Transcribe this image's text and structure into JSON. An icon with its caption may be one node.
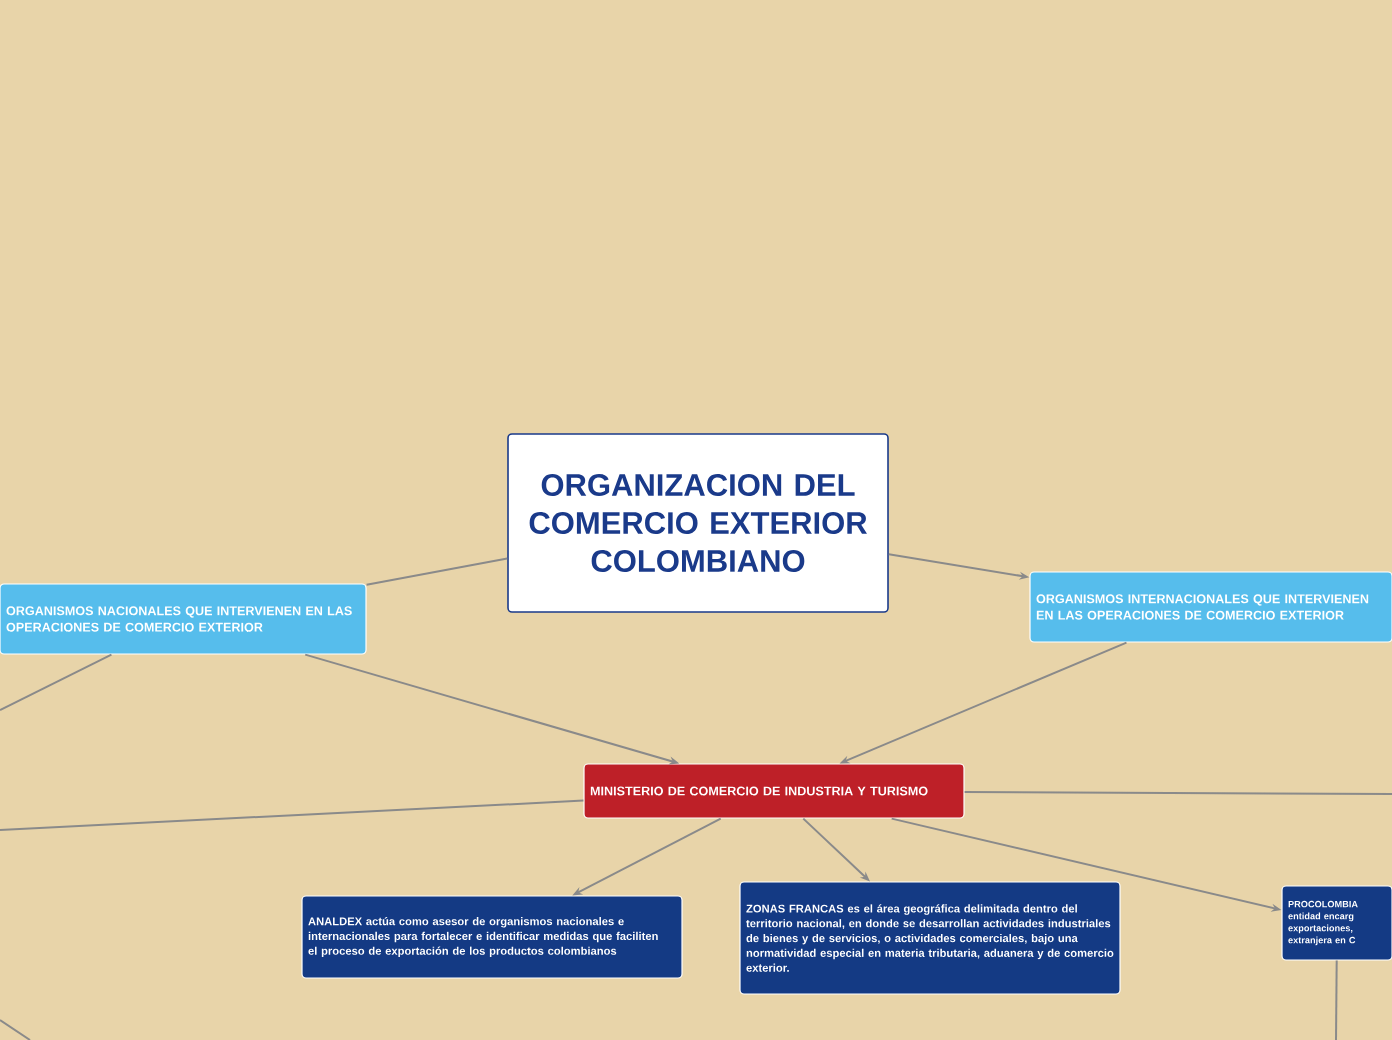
{
  "diagram": {
    "nodes": [
      {
        "text": [
          "ORGANIZACION DEL COMERCIO EXTERIOR COLOMBIANO"
        ]
      },
      {
        "text": [
          "ORGANISMOS NACIONALES QUE INTERVIENEN EN LAS OPERACIONES DE COMERCIO EXTERIOR"
        ]
      },
      {
        "text": [
          "ORGANISMOS INTERNACIONALES QUE INTERVIENEN EN LAS OPERACIONES DE COMERCIO EXTERIOR"
        ]
      },
      {
        "text": [
          "MINISTERIO DE COMERCIO DE INDUSTRIA Y TURISMO"
        ]
      },
      {
        "text": [
          "ANALDEX actúa como asesor de organismos nacionales e internacionales para fortalecer e identificar medidas que faciliten el proceso de exportación de los productos colombianos"
        ]
      },
      {
        "text": [
          "ZONAS FRANCAS es el área geográfica delimitada dentro del territorio nacional, en donde se desarrollan actividades industriales de bienes y de servicios, o actividades comerciales, bajo una normatividad especial en materia tributaria, aduanera y de comercio exterior."
        ]
      },
      {
        "text": [
          "PROCOLOMBIA entidad encarg exportaciones, extranjera en C"
        ]
      }
    ],
    "edges": [
      {
        "from": 0,
        "to": 1,
        "arrow": "none"
      },
      {
        "from": 0,
        "to": 2,
        "arrow": "to"
      },
      {
        "from": 1,
        "to": 3,
        "arrow": "to"
      },
      {
        "from": 2,
        "to": 3,
        "arrow": "to"
      },
      {
        "from": 3,
        "to": 4,
        "arrow": "to"
      },
      {
        "from": 3,
        "to": 5,
        "arrow": "to"
      },
      {
        "from": 3,
        "to": 6,
        "arrow": "to"
      },
      {
        "from": 1,
        "to": null,
        "arrow": "none"
      },
      {
        "from": 3,
        "to": null,
        "arrow": "none"
      },
      {
        "from": 3,
        "to": null,
        "arrow": "none"
      },
      {
        "from": 6,
        "to": null,
        "arrow": "none"
      }
    ]
  }
}
